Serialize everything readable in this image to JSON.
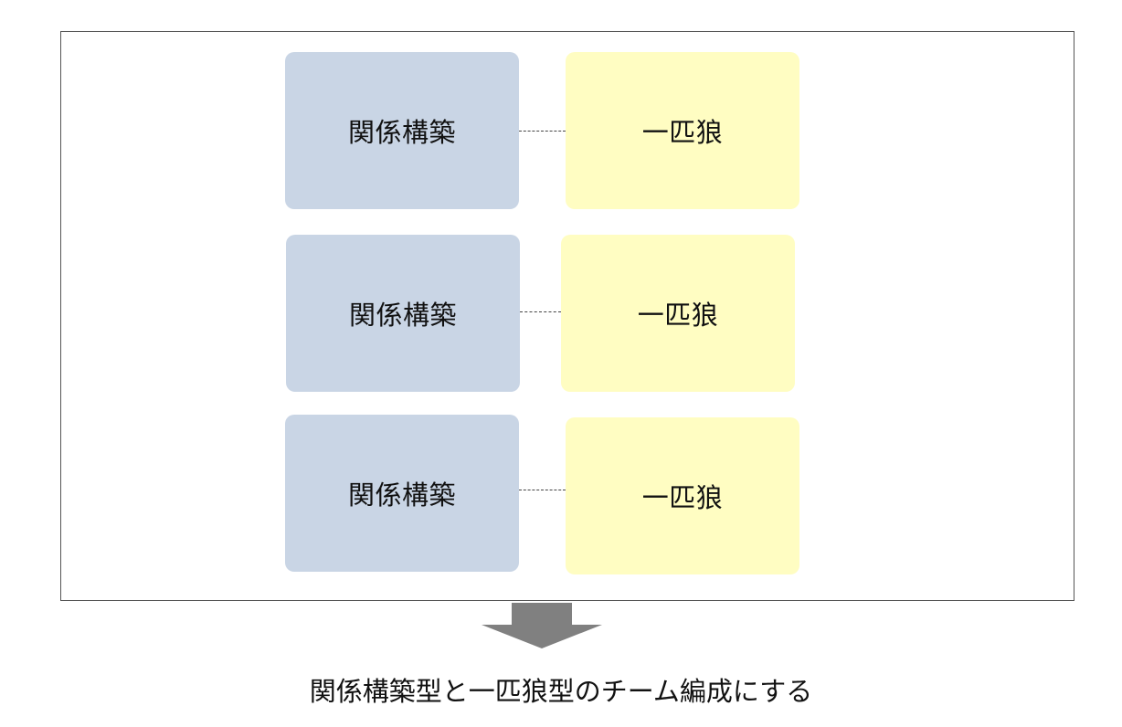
{
  "diagram": {
    "rows": [
      {
        "left_label": "関係構築",
        "right_label": "一匹狼"
      },
      {
        "left_label": "関係構築",
        "right_label": "一匹狼"
      },
      {
        "left_label": "関係構築",
        "right_label": "一匹狼"
      }
    ],
    "caption": "関係構築型と一匹狼型のチーム編成にする",
    "colors": {
      "left_box": "#c9d5e5",
      "right_box": "#fffdc2",
      "arrow": "#808080",
      "frame_border": "#555555"
    }
  }
}
